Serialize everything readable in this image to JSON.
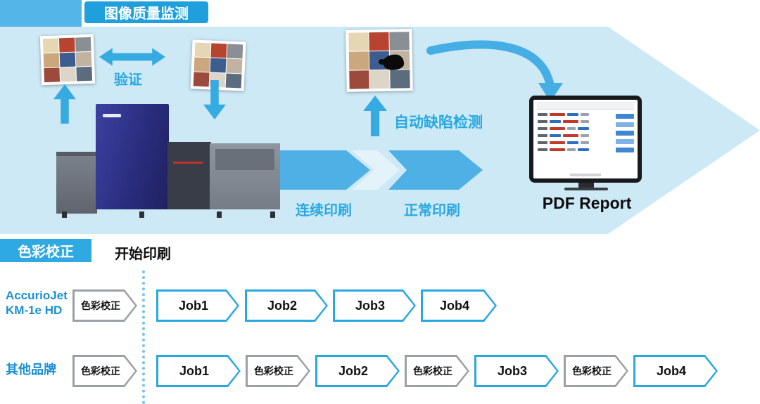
{
  "top": {
    "section_label": "图像质量监测",
    "verify_label": "验证",
    "defect_label": "自动缺陷检测",
    "flow": {
      "continuous": "连续印刷",
      "normal": "正常印刷"
    },
    "report_label": "PDF Report"
  },
  "bottom": {
    "section_label": "色彩校正",
    "start_label": "开始印刷",
    "rows": [
      {
        "label_line1": "AccurioJet",
        "label_line2": "KM-1e HD",
        "steps": [
          {
            "text": "色彩校正",
            "type": "calibration"
          },
          {
            "text": "Job1",
            "type": "job"
          },
          {
            "text": "Job2",
            "type": "job"
          },
          {
            "text": "Job3",
            "type": "job"
          },
          {
            "text": "Job4",
            "type": "job"
          }
        ]
      },
      {
        "label_line1": "其他品牌",
        "label_line2": "",
        "steps": [
          {
            "text": "色彩校正",
            "type": "calibration"
          },
          {
            "text": "Job1",
            "type": "job"
          },
          {
            "text": "色彩校正",
            "type": "calibration"
          },
          {
            "text": "Job2",
            "type": "job"
          },
          {
            "text": "色彩校正",
            "type": "calibration"
          },
          {
            "text": "Job3",
            "type": "job"
          },
          {
            "text": "色彩校正",
            "type": "calibration"
          },
          {
            "text": "Job4",
            "type": "job"
          }
        ]
      }
    ]
  },
  "colors": {
    "accent_blue": "#29a8e0",
    "light_arrow_blue": "#cde9f6",
    "job_border_blue": "#29a8e0",
    "calibration_border_gray": "#9aa0a6",
    "row_label_blue": "#1b8fd3"
  }
}
